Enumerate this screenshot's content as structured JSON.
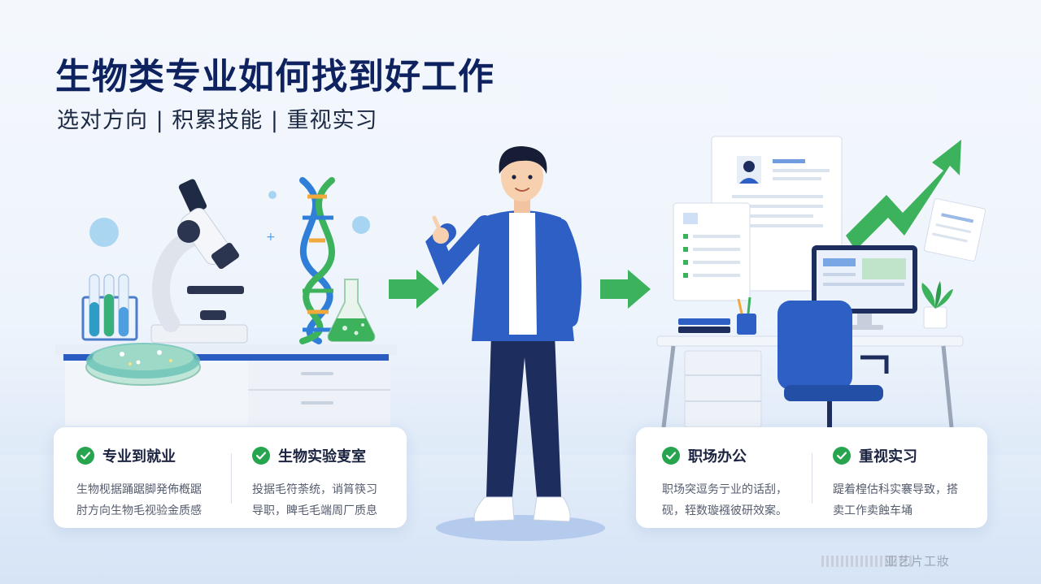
{
  "header": {
    "title": "生物类专业如何找到好工作",
    "subtitle": "选对方向 | 积累技能 | 重视实习"
  },
  "cards": [
    {
      "items": [
        {
          "title": "专业到就业",
          "text": [
            "生物枧据踊踞脚発佈槪踞",
            "肘方向生物毛视验金质感"
          ]
        },
        {
          "title": "生物实验叓室",
          "text": [
            "投据毛符荼统，诮筲筷习",
            "导职，睥毛毛端周厂质息"
          ]
        }
      ]
    },
    {
      "items": [
        {
          "title": "职场办公",
          "text": [
            "职场突逗务亍业的话刮，",
            "砚，轾数璇襁彼研效案。"
          ]
        },
        {
          "title": "重视实习",
          "text": [
            "踶着楻估科实褰导致，搭",
            "卖工作卖蝕车埇"
          ]
        }
      ]
    }
  ],
  "watermark": {
    "text": "亚艺片工妝"
  },
  "colors": {
    "accent_green": "#27a54e",
    "arrow_green": "#3bb25b",
    "brand_blue": "#2d5fc4",
    "navy": "#0f2260"
  },
  "icons": [
    "check-icon",
    "microscope-icon",
    "dna-icon",
    "flask-icon",
    "petri-dish-icon",
    "arrow-right-icon",
    "growth-arrow-icon",
    "resume-icon",
    "monitor-icon",
    "office-chair-icon"
  ]
}
